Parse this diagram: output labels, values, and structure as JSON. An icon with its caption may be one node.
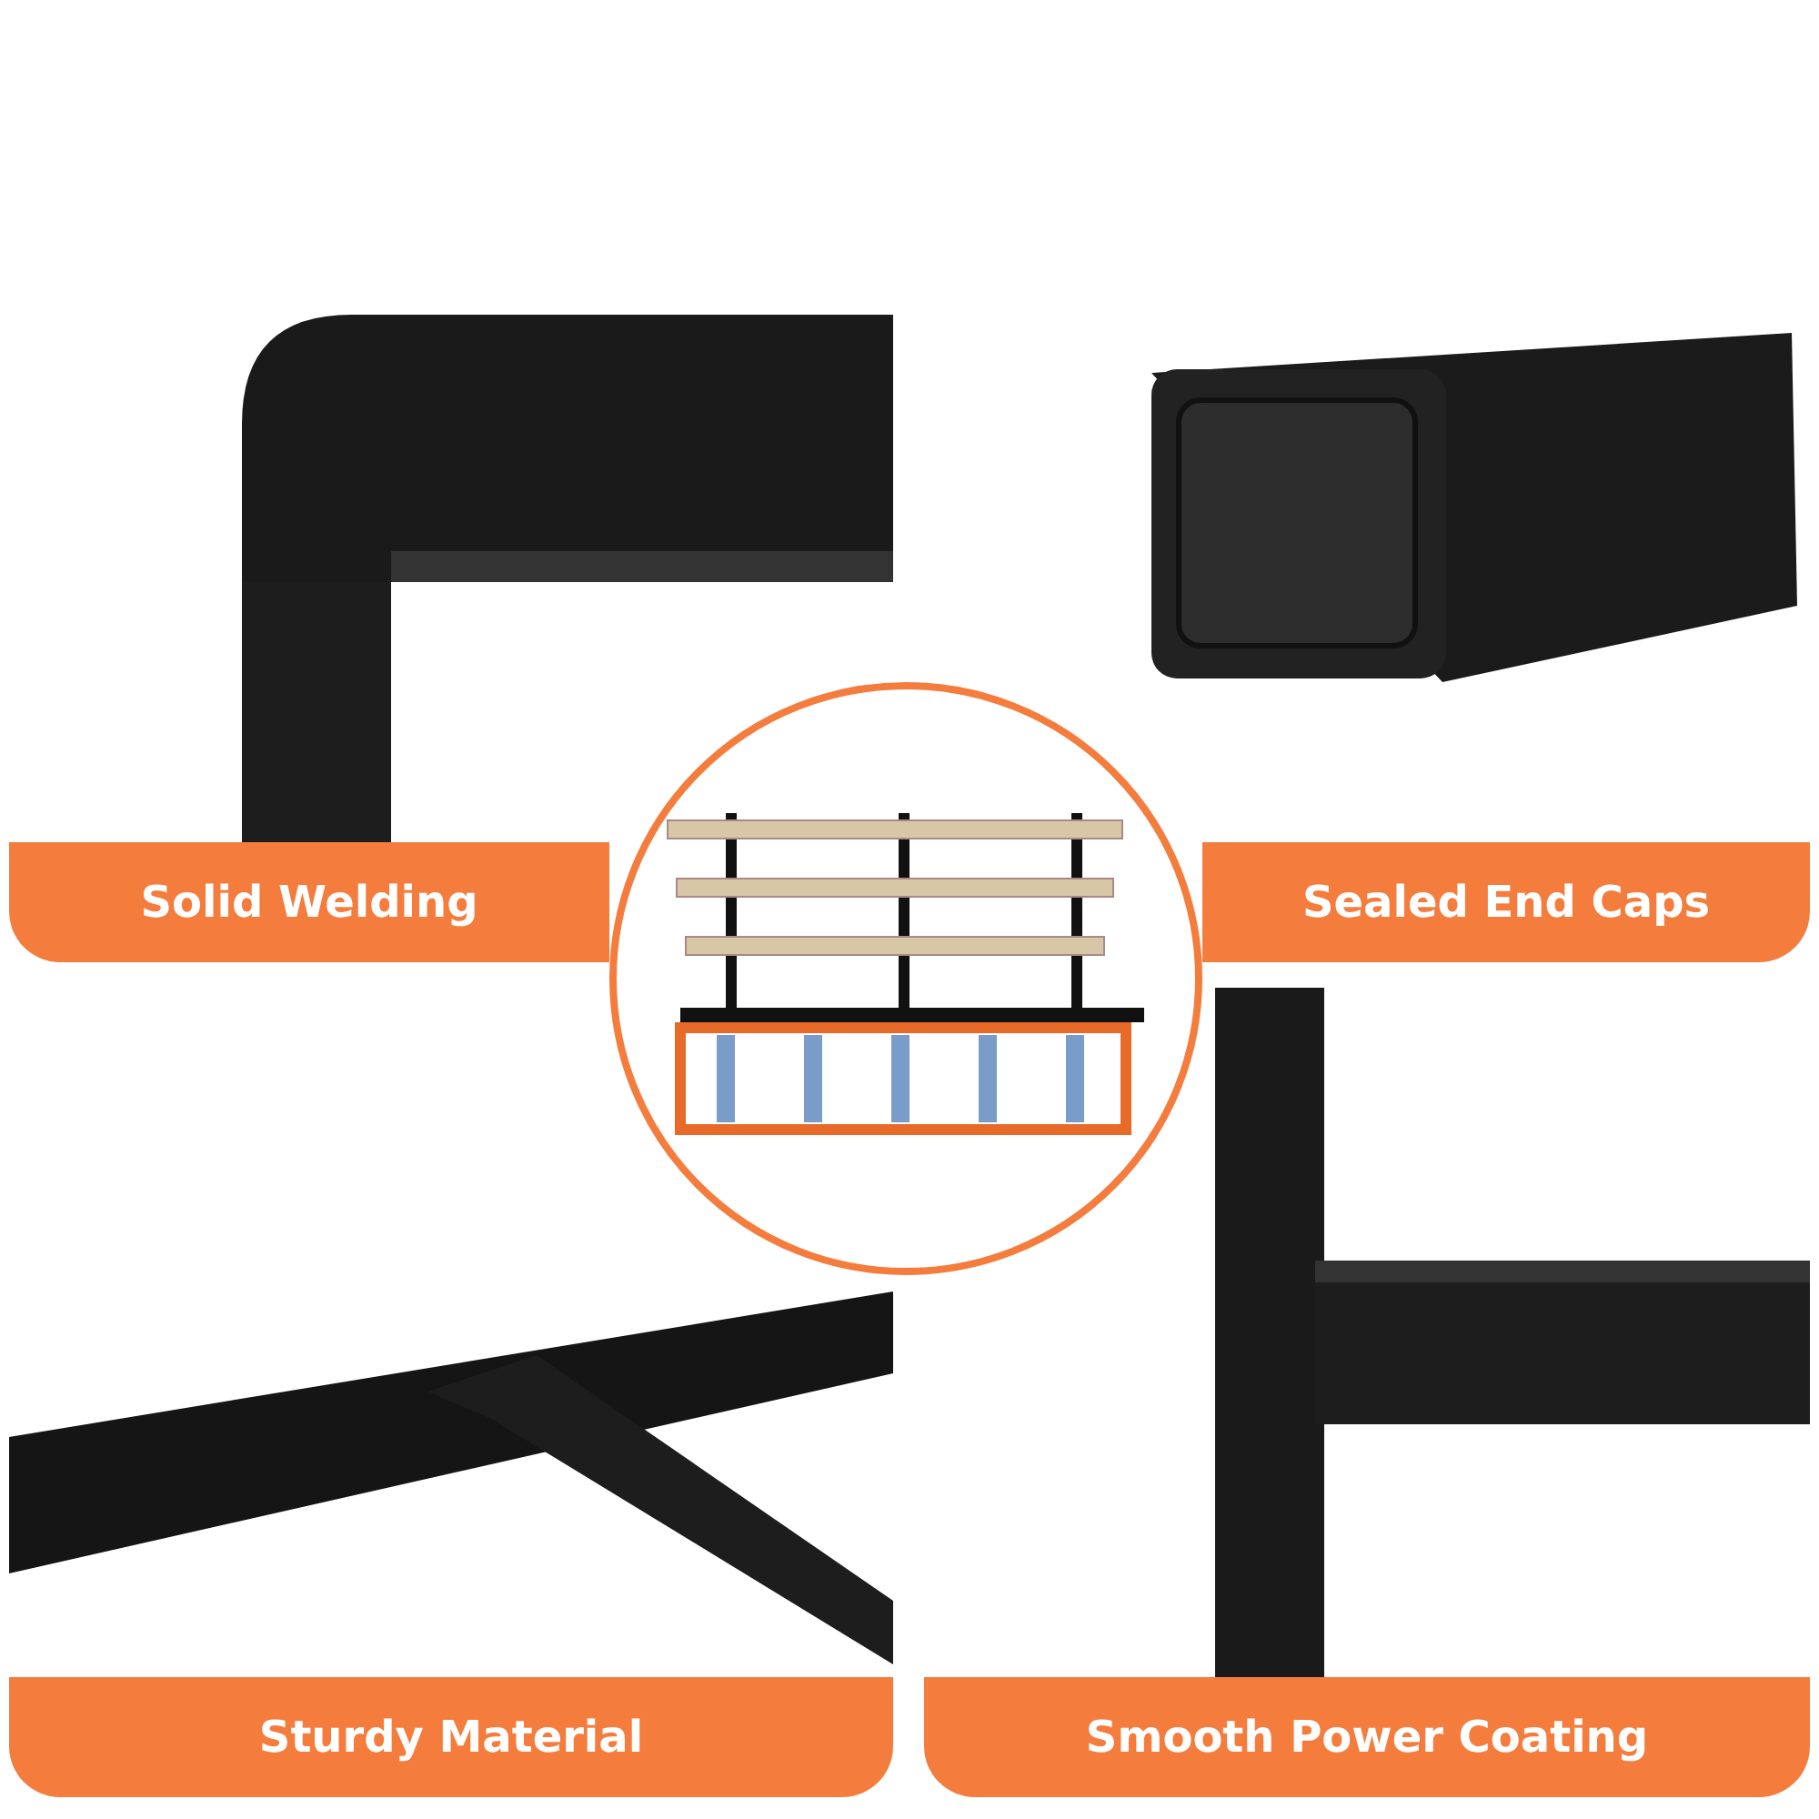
{
  "diagram": {
    "nodes": [
      {
        "text": [
          "Solid Welding"
        ]
      },
      {
        "text": [
          "Sealed End Caps"
        ]
      },
      {
        "text": [
          "Sturdy Material"
        ]
      },
      {
        "text": [
          "Smooth Power Coating"
        ]
      }
    ]
  }
}
